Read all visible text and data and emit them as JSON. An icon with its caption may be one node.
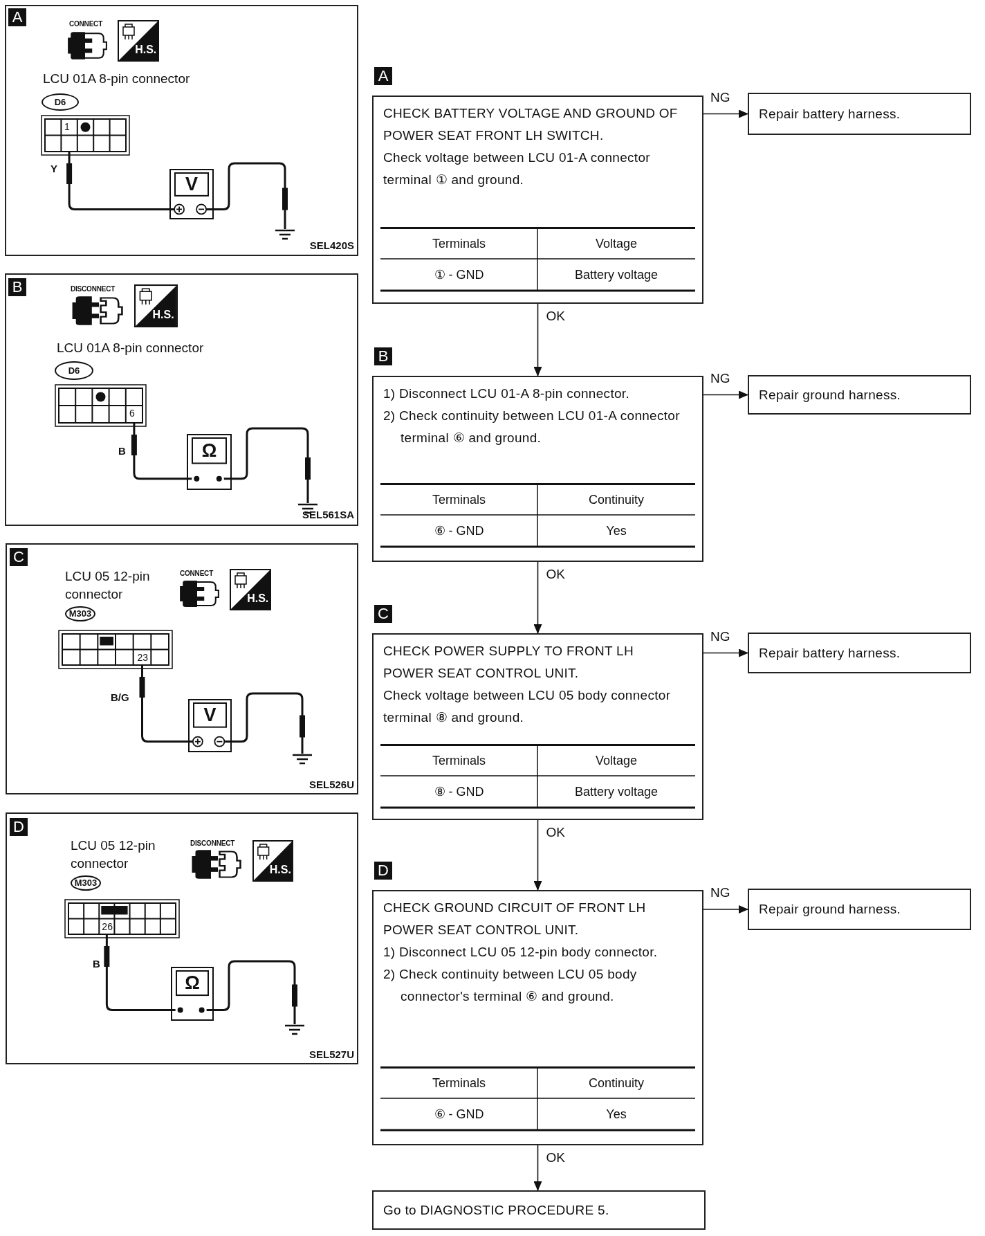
{
  "diagram": {
    "nodes": [
      {
        "text": [
          "A",
          "CONNECT",
          "H.S.",
          "LCU 01A 8-pin connector",
          "D6",
          "1",
          "Y",
          "V",
          "SEL420S"
        ]
      },
      {
        "text": [
          "B",
          "DISCONNECT",
          "H.S.",
          "LCU 01A 8-pin connector",
          "D6",
          "6",
          "B",
          "Ω",
          "SEL561SA"
        ]
      },
      {
        "text": [
          "C",
          "LCU 05 12-pin connector",
          "M303",
          "CONNECT",
          "H.S.",
          "23",
          "B/G",
          "V",
          "SEL526U"
        ]
      },
      {
        "text": [
          "D",
          "LCU 05 12-pin connector",
          "M303",
          "DISCONNECT",
          "H.S.",
          "26",
          "B",
          "Ω",
          "SEL527U"
        ]
      },
      {
        "text": [
          "CHECK BATTERY VOLTAGE AND GROUND OF POWER SEAT FRONT LH SWITCH.",
          "Check voltage between LCU 01-A connector terminal ① and ground.",
          "Terminals",
          "Voltage",
          "① - GND",
          "Battery voltage"
        ],
        "beside": [
          "A"
        ]
      },
      {
        "text": [
          "Repair battery harness."
        ]
      },
      {
        "text": [
          "1) Disconnect LCU 01-A 8-pin connector.",
          "2) Check continuity between LCU 01-A connector terminal ⑥ and ground.",
          "Terminals",
          "Continuity",
          "⑥ - GND",
          "Yes"
        ],
        "beside": [
          "B"
        ]
      },
      {
        "text": [
          "Repair ground harness."
        ]
      },
      {
        "text": [
          "CHECK POWER SUPPLY TO FRONT LH POWER SEAT CONTROL UNIT.",
          "Check voltage between LCU 05 body connector terminal ⑧ and ground.",
          "Terminals",
          "Voltage",
          "⑧ - GND",
          "Battery voltage"
        ],
        "beside": [
          "C"
        ]
      },
      {
        "text": [
          "Repair battery harness."
        ]
      },
      {
        "text": [
          "CHECK GROUND CIRCUIT OF FRONT LH POWER SEAT CONTROL UNIT.",
          "1) Disconnect LCU 05 12-pin body connector.",
          "2) Check continuity between LCU 05 body connector's terminal ⑥ and ground.",
          "Terminals",
          "Continuity",
          "⑥ - GND",
          "Yes"
        ],
        "beside": [
          "D"
        ]
      },
      {
        "text": [
          "Repair ground harness."
        ]
      },
      {
        "text": [
          "Go to DIAGNOSTIC PROCEDURE 5."
        ]
      }
    ],
    "edges": [
      {
        "from": 4,
        "to": 5,
        "arrow": "to",
        "label": "NG"
      },
      {
        "from": 4,
        "to": 6,
        "arrow": "to",
        "label": "OK"
      },
      {
        "from": 6,
        "to": 7,
        "arrow": "to",
        "label": "NG"
      },
      {
        "from": 6,
        "to": 8,
        "arrow": "to",
        "label": "OK"
      },
      {
        "from": 8,
        "to": 9,
        "arrow": "to",
        "label": "NG"
      },
      {
        "from": 8,
        "to": 10,
        "arrow": "to",
        "label": "OK"
      },
      {
        "from": 10,
        "to": 11,
        "arrow": "to",
        "label": "NG"
      },
      {
        "from": 10,
        "to": 12,
        "arrow": "to",
        "label": "OK"
      }
    ]
  }
}
